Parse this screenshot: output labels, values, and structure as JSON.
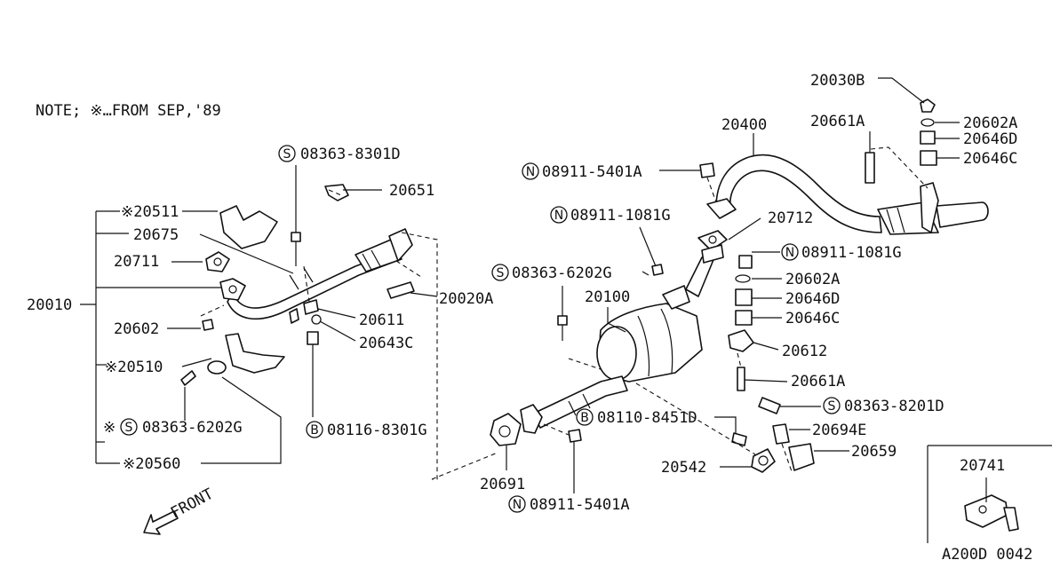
{
  "note": "NOTE; ※…FROM SEP,'89",
  "front_label": "FRONT",
  "catalog_code": "A200D 0042",
  "inset_part": "20741",
  "labels": {
    "p20030B": "20030B",
    "p20602A_top": "20602A",
    "p20646D_top": "20646D",
    "p20646C_top": "20646C",
    "p20400": "20400",
    "p20661A_top": "20661A",
    "p08911_5401A_top": "08911-5401A",
    "p20712": "20712",
    "p08911_1081G_left": "08911-1081G",
    "p08911_1081G_right": "08911-1081G",
    "p20602A_mid": "20602A",
    "p20646D_mid": "20646D",
    "p20646C_mid": "20646C",
    "p08363_6202G_mid": "08363-6202G",
    "p20100": "20100",
    "p20612": "20612",
    "p20661A_mid": "20661A",
    "p08363_8201D": "08363-8201D",
    "p08110_8451D": "08110-8451D",
    "p20694E": "20694E",
    "p20659": "20659",
    "p20542": "20542",
    "p20691": "20691",
    "p08911_5401A_bot": "08911-5401A",
    "p08363_8301D": "08363-8301D",
    "p20651": "20651",
    "p20511": "※20511",
    "p20675": "20675",
    "p20711": "20711",
    "p20010": "20010",
    "p20602": "20602",
    "p20611": "20611",
    "p20643C": "20643C",
    "p20020A": "20020A",
    "p20510": "※20510",
    "p08363_6202G_left": "08363-6202G",
    "p08116_8301G": "08116-8301G",
    "p20560": "※20560",
    "mark_08363_6202G_left": "※"
  },
  "circle_letters": {
    "S": "S",
    "N": "N",
    "B": "B"
  }
}
